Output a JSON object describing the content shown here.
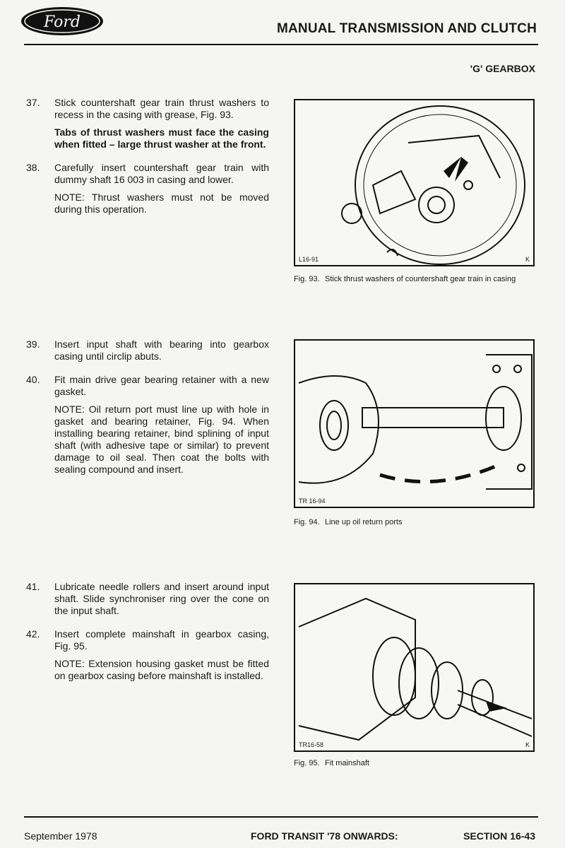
{
  "header": {
    "logo_text": "Ford",
    "title": "MANUAL TRANSMISSION AND CLUTCH",
    "subtitle": "'G' GEARBOX"
  },
  "steps": [
    {
      "num": "37.",
      "text": "Stick countershaft gear train thrust washers to recess in the casing with grease, Fig. 93.",
      "bold": "Tabs of thrust washers must face the casing when fitted – large thrust washer at the front."
    },
    {
      "num": "38.",
      "text": "Carefully insert countershaft gear train with dummy shaft 16  003 in casing and lower.",
      "note": "NOTE: Thrust washers must not be moved during this operation."
    },
    {
      "num": "39.",
      "text": "Insert input shaft with bearing into gearbox casing until circlip abuts."
    },
    {
      "num": "40.",
      "text": "Fit main drive gear bearing retainer with a new gasket.",
      "note": "NOTE: Oil return port must line up with hole in gasket and bearing retainer, Fig. 94. When installing bearing retainer, bind splining of input shaft (with adhesive tape or similar) to prevent damage to oil seal. Then coat the bolts with sealing compound and insert."
    },
    {
      "num": "41.",
      "text": "Lubricate needle rollers and insert around input shaft. Slide synchroniser ring over the cone on the input shaft."
    },
    {
      "num": "42.",
      "text": "Insert complete mainshaft in gearbox casing, Fig. 95.",
      "note": "NOTE: Extension housing gasket must be fitted on gearbox casing before mainshaft is installed."
    }
  ],
  "figures": [
    {
      "id": "L16-91",
      "corner": "K",
      "caption_num": "Fig. 93.",
      "caption": "Stick thrust washers of countershaft gear train in casing"
    },
    {
      "id": "TR 16-94",
      "corner": "",
      "caption_num": "Fig. 94.",
      "caption": "Line up oil return ports"
    },
    {
      "id": "TR16-58",
      "corner": "K",
      "caption_num": "Fig. 95.",
      "caption": "Fit mainshaft"
    }
  ],
  "footer": {
    "date": "September 1978",
    "model": "FORD TRANSIT '78 ONWARDS:",
    "section": "SECTION 16-43"
  }
}
